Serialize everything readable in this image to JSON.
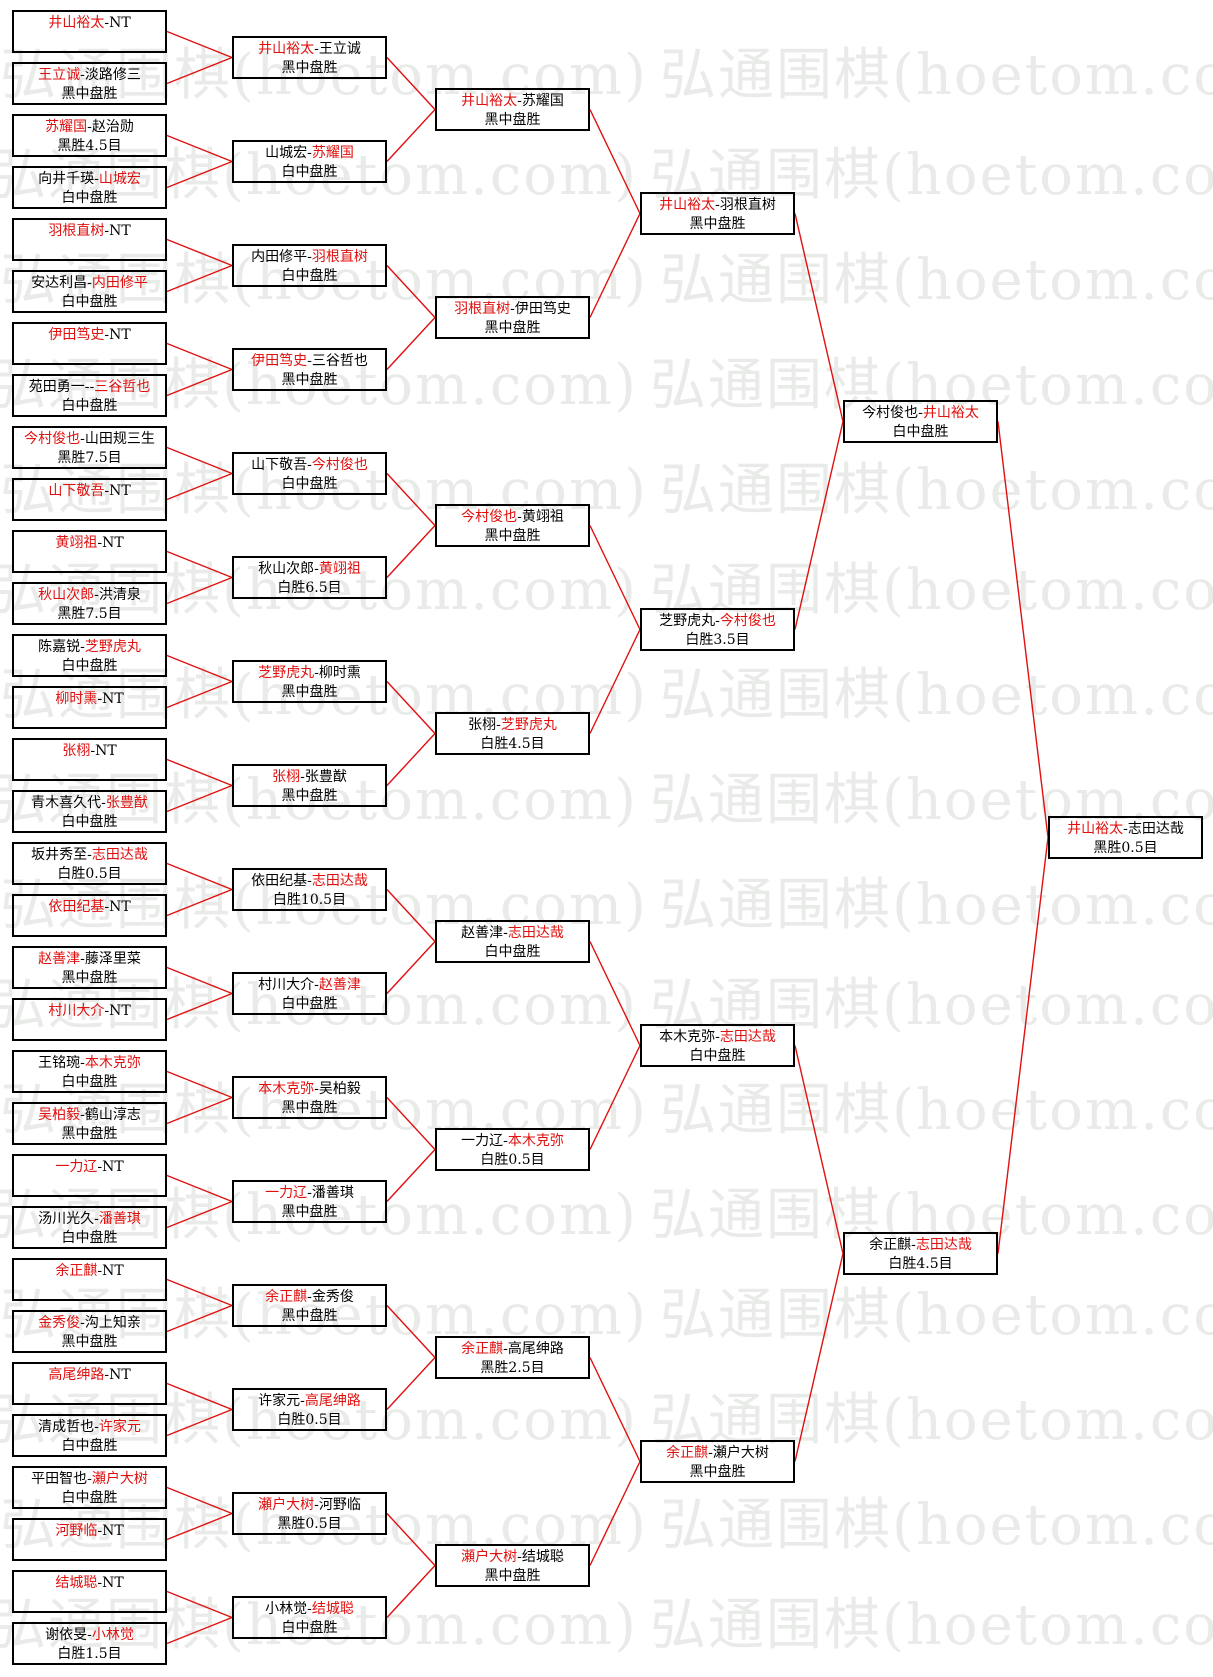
{
  "watermark": "弘通围棋(hoetom.com)",
  "colors": {
    "winner": "#e0100f",
    "line": "#e0100f",
    "text": "#000000",
    "border": "#000000"
  },
  "rounds": [
    [
      {
        "p1": "井山裕太",
        "p2": "",
        "sep": "-",
        "r": "",
        "tail": "NT",
        "w": 1
      },
      {
        "p1": "王立诚",
        "p2": "淡路修三",
        "sep": "-",
        "r": "黑中盘胜",
        "w": 1
      },
      {
        "p1": "苏耀国",
        "p2": "赵治勋",
        "sep": "-",
        "r": "黑胜4.5目",
        "w": 1
      },
      {
        "p1": "向井千瑛",
        "p2": "山城宏",
        "sep": "-",
        "r": "白中盘胜",
        "w": 2
      },
      {
        "p1": "羽根直树",
        "p2": "",
        "sep": "-",
        "r": "",
        "tail": "NT",
        "w": 1
      },
      {
        "p1": "安达利昌",
        "p2": "内田修平",
        "sep": "-",
        "r": "白中盘胜",
        "w": 2
      },
      {
        "p1": "伊田笃史",
        "p2": "",
        "sep": "-",
        "r": "",
        "tail": "NT",
        "w": 1
      },
      {
        "p1": "苑田勇一",
        "p2": "三谷哲也",
        "sep": "--",
        "r": "白中盘胜",
        "w": 2
      },
      {
        "p1": "今村俊也",
        "p2": "山田规三生",
        "sep": "-",
        "r": "黑胜7.5目",
        "w": 1
      },
      {
        "p1": "山下敬吾",
        "p2": "",
        "sep": "-",
        "r": "",
        "tail": "NT",
        "w": 1
      },
      {
        "p1": "黄翊祖",
        "p2": "",
        "sep": "-",
        "r": "",
        "tail": "NT",
        "w": 1
      },
      {
        "p1": "秋山次郎",
        "p2": "洪清泉",
        "sep": "-",
        "r": "黑胜7.5目",
        "w": 1
      },
      {
        "p1": "陈嘉锐",
        "p2": "芝野虎丸",
        "sep": "-",
        "r": "白中盘胜",
        "w": 2
      },
      {
        "p1": "柳时熏",
        "p2": "",
        "sep": "-",
        "r": "",
        "tail": "NT",
        "w": 1
      },
      {
        "p1": "张栩",
        "p2": "",
        "sep": "-",
        "r": "",
        "tail": "NT",
        "w": 1
      },
      {
        "p1": "青木喜久代",
        "p2": "张豊猷",
        "sep": "-",
        "r": "白中盘胜",
        "w": 2
      },
      {
        "p1": "坂井秀至",
        "p2": "志田达哉",
        "sep": "-",
        "r": "白胜0.5目",
        "w": 2
      },
      {
        "p1": "依田纪基",
        "p2": "",
        "sep": "-",
        "r": "",
        "tail": "NT",
        "w": 1
      },
      {
        "p1": "赵善津",
        "p2": "藤泽里菜",
        "sep": "-",
        "r": "黑中盘胜",
        "w": 1
      },
      {
        "p1": "村川大介",
        "p2": "",
        "sep": "-",
        "r": "",
        "tail": "NT",
        "w": 1
      },
      {
        "p1": "王铭琬",
        "p2": "本木克弥",
        "sep": "-",
        "r": "白中盘胜",
        "w": 2
      },
      {
        "p1": "吴柏毅",
        "p2": "鹤山淳志",
        "sep": "-",
        "r": "黑中盘胜",
        "w": 1
      },
      {
        "p1": "一力辽",
        "p2": "",
        "sep": "-",
        "r": "",
        "tail": "NT",
        "w": 1
      },
      {
        "p1": "汤川光久",
        "p2": "潘善琪",
        "sep": "-",
        "r": "白中盘胜",
        "w": 2
      },
      {
        "p1": "余正麒",
        "p2": "",
        "sep": "-",
        "r": "",
        "tail": "NT",
        "w": 1
      },
      {
        "p1": "金秀俊",
        "p2": "沟上知亲",
        "sep": "-",
        "r": "黑中盘胜",
        "w": 1
      },
      {
        "p1": "高尾绅路",
        "p2": "",
        "sep": "-",
        "r": "",
        "tail": "NT",
        "w": 1
      },
      {
        "p1": "清成哲也",
        "p2": "许家元",
        "sep": "-",
        "r": "白中盘胜",
        "w": 2
      },
      {
        "p1": "平田智也",
        "p2": "瀬户大树",
        "sep": "-",
        "r": "白中盘胜",
        "w": 2
      },
      {
        "p1": "河野临",
        "p2": "",
        "sep": "-",
        "r": "",
        "tail": "NT",
        "w": 1
      },
      {
        "p1": "结城聪",
        "p2": "",
        "sep": "-",
        "r": "",
        "tail": "NT",
        "w": 1
      },
      {
        "p1": "谢依旻",
        "p2": "小林觉",
        "sep": "-",
        "r": "白胜1.5目",
        "w": 2
      }
    ],
    [
      {
        "p1": "井山裕太",
        "p2": "王立诚",
        "sep": "-",
        "r": "黑中盘胜",
        "w": 1
      },
      {
        "p1": "山城宏",
        "p2": "苏耀国",
        "sep": "-",
        "r": "白中盘胜",
        "w": 2
      },
      {
        "p1": "内田修平",
        "p2": "羽根直树",
        "sep": "-",
        "r": "白中盘胜",
        "w": 2
      },
      {
        "p1": "伊田笃史",
        "p2": "三谷哲也",
        "sep": "-",
        "r": "黑中盘胜",
        "w": 1
      },
      {
        "p1": "山下敬吾",
        "p2": "今村俊也",
        "sep": "-",
        "r": "白中盘胜",
        "w": 2
      },
      {
        "p1": "秋山次郎",
        "p2": "黄翊祖",
        "sep": "-",
        "r": "白胜6.5目",
        "w": 2
      },
      {
        "p1": "芝野虎丸",
        "p2": "柳时熏",
        "sep": "-",
        "r": "黑中盘胜",
        "w": 1
      },
      {
        "p1": "张栩",
        "p2": "张豊猷",
        "sep": "-",
        "r": "黑中盘胜",
        "w": 1
      },
      {
        "p1": "依田纪基",
        "p2": "志田达哉",
        "sep": "-",
        "r": "白胜10.5目",
        "w": 2
      },
      {
        "p1": "村川大介",
        "p2": "赵善津",
        "sep": "-",
        "r": "白中盘胜",
        "w": 2
      },
      {
        "p1": "本木克弥",
        "p2": "吴柏毅",
        "sep": "-",
        "r": "黑中盘胜",
        "w": 1
      },
      {
        "p1": "一力辽",
        "p2": "潘善琪",
        "sep": "-",
        "r": "黑中盘胜",
        "w": 1
      },
      {
        "p1": "余正麒",
        "p2": "金秀俊",
        "sep": "-",
        "r": "黑中盘胜",
        "w": 1
      },
      {
        "p1": "许家元",
        "p2": "高尾绅路",
        "sep": "-",
        "r": "白胜0.5目",
        "w": 2
      },
      {
        "p1": "瀬户大树",
        "p2": "河野临",
        "sep": "-",
        "r": "黑胜0.5目",
        "w": 1
      },
      {
        "p1": "小林觉",
        "p2": "结城聪",
        "sep": "-",
        "r": "白中盘胜",
        "w": 2
      }
    ],
    [
      {
        "p1": "井山裕太",
        "p2": "苏耀国",
        "sep": "-",
        "r": "黑中盘胜",
        "w": 1
      },
      {
        "p1": "羽根直树",
        "p2": "伊田笃史",
        "sep": "-",
        "r": "黑中盘胜",
        "w": 1
      },
      {
        "p1": "今村俊也",
        "p2": "黄翊祖",
        "sep": "-",
        "r": "黑中盘胜",
        "w": 1
      },
      {
        "p1": "张栩",
        "p2": "芝野虎丸",
        "sep": "-",
        "r": "白胜4.5目",
        "w": 2
      },
      {
        "p1": "赵善津",
        "p2": "志田达哉",
        "sep": "-",
        "r": "白中盘胜",
        "w": 2
      },
      {
        "p1": "一力辽",
        "p2": "本木克弥",
        "sep": "-",
        "r": "白胜0.5目",
        "w": 2
      },
      {
        "p1": "余正麒",
        "p2": "高尾绅路",
        "sep": "-",
        "r": "黑胜2.5目",
        "w": 1
      },
      {
        "p1": "瀬户大树",
        "p2": "结城聪",
        "sep": "-",
        "r": "黑中盘胜",
        "w": 1
      }
    ],
    [
      {
        "p1": "井山裕太",
        "p2": "羽根直树",
        "sep": "-",
        "r": "黑中盘胜",
        "w": 1
      },
      {
        "p1": "芝野虎丸",
        "p2": "今村俊也",
        "sep": "-",
        "r": "白胜3.5目",
        "w": 2
      },
      {
        "p1": "本木克弥",
        "p2": "志田达哉",
        "sep": "-",
        "r": "白中盘胜",
        "w": 2
      },
      {
        "p1": "余正麒",
        "p2": "瀬户大树",
        "sep": "-",
        "r": "黑中盘胜",
        "w": 1
      }
    ],
    [
      {
        "p1": "今村俊也",
        "p2": "井山裕太",
        "sep": "-",
        "r": "白中盘胜",
        "w": 2
      },
      {
        "p1": "余正麒",
        "p2": "志田达哉",
        "sep": "-",
        "r": "白胜4.5目",
        "w": 2
      }
    ],
    [
      {
        "p1": "井山裕太",
        "p2": "志田达哉",
        "sep": "-",
        "r": "黑胜0.5目",
        "w": 1
      }
    ]
  ]
}
